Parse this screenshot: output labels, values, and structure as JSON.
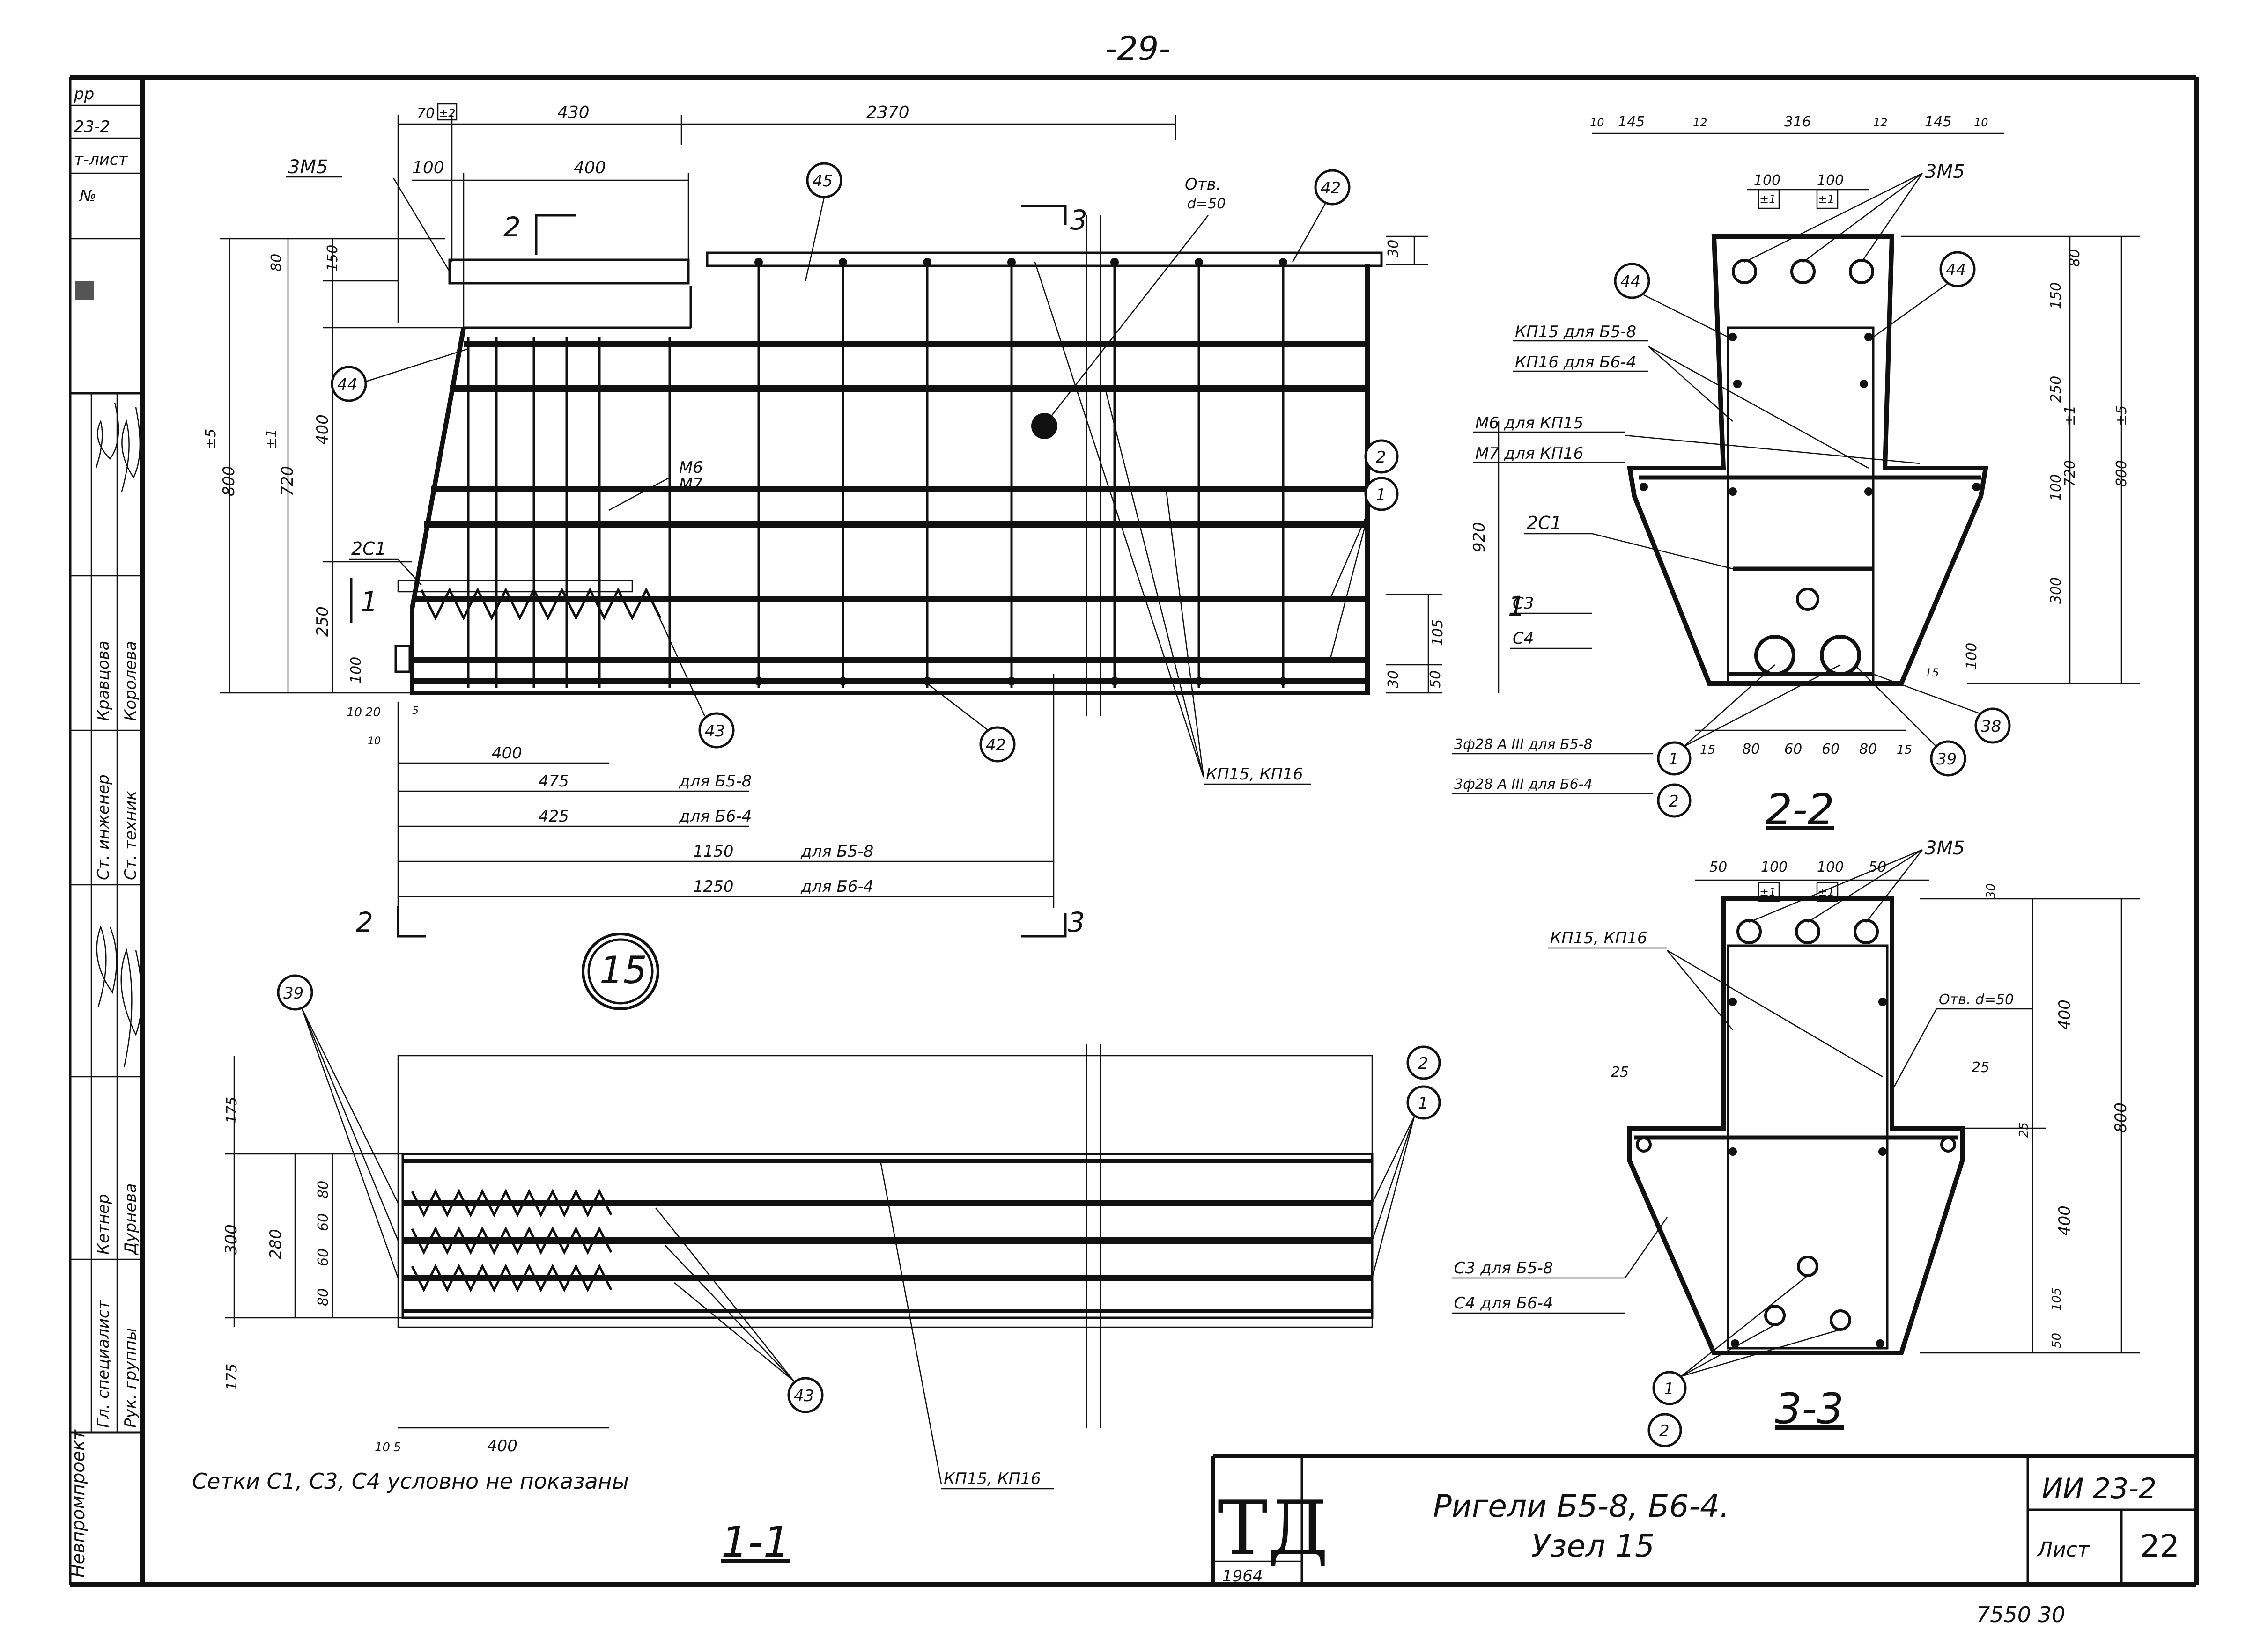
{
  "page_number": "-29-",
  "left_strip": {
    "top_texts": [
      "рр",
      "23-2",
      "т-лист",
      "№"
    ],
    "vertical_texts": [
      "Кравцова",
      "Королева",
      "Ст. инженер",
      "Ст. техник",
      "Кетнер",
      "Дурнева",
      "Гл. специалист",
      "Рук. группы",
      "Нeвпромпроект"
    ]
  },
  "view_main": {
    "callout_no": "15",
    "top_dims": [
      "70",
      "±2",
      "430",
      "2370",
      "100",
      "400"
    ],
    "left_dims": [
      "800",
      "±5",
      "720",
      "±1",
      "80",
      "150",
      "400",
      "250",
      "100",
      "10",
      "20",
      "5",
      "10"
    ],
    "right_dims": [
      "30",
      "920",
      "105",
      "30",
      "50"
    ],
    "labels": [
      "3М5",
      "Отв.",
      "d=50",
      "М6",
      "М7",
      "2С1"
    ],
    "bottom_dims": [
      {
        "value": "400",
        "note": ""
      },
      {
        "value": "475",
        "note": "для Б5-8"
      },
      {
        "value": "425",
        "note": "для Б6-4"
      },
      {
        "value": "1150",
        "note": "для Б5-8"
      },
      {
        "value": "1250",
        "note": "для Б6-4"
      }
    ],
    "bar_note": "КП15, КП16",
    "section_marks": [
      "2",
      "2",
      "3",
      "3",
      "1",
      "1"
    ],
    "callouts": [
      "45",
      "42",
      "44",
      "2",
      "1",
      "43",
      "42"
    ]
  },
  "view_1_1": {
    "title": "1-1",
    "dims": [
      "175",
      "300",
      "280",
      "80",
      "60",
      "60",
      "80",
      "175",
      "10",
      "5",
      "400"
    ],
    "callouts": [
      "39",
      "2",
      "1",
      "43"
    ],
    "bar_note": "КП15, КП16",
    "note": "Сетки С1, С3, С4 условно не показаны"
  },
  "view_2_2": {
    "title": "2-2",
    "top_dims": [
      "10",
      "145",
      "12",
      "316",
      "12",
      "145",
      "10",
      "100",
      "100",
      "±1",
      "±1"
    ],
    "labels": [
      "3М5",
      "КП15 для Б5-8",
      "КП16 для Б6-4",
      "М6 для КП15",
      "М7 для КП16",
      "2С1",
      "С3",
      "С4",
      "3ф28 А III для Б5-8",
      "3ф28 А III для Б6-4"
    ],
    "right_dims": [
      "80",
      "150",
      "250",
      "100",
      "300",
      "720",
      "±1",
      "800",
      "±5",
      "100",
      "15"
    ],
    "bottom_dims": [
      "15",
      "80",
      "60",
      "60",
      "80",
      "15"
    ],
    "callouts": [
      "44",
      "44",
      "1",
      "2",
      "38",
      "39"
    ]
  },
  "view_3_3": {
    "title": "3-3",
    "top_dims": [
      "50",
      "100",
      "100",
      "50",
      "±1",
      "±1"
    ],
    "labels": [
      "3М5",
      "КП15, КП16",
      "Отв. d=50",
      "С3 для Б5-8",
      "С4 для Б6-4"
    ],
    "dims": [
      "30",
      "25",
      "25",
      "400",
      "25",
      "400",
      "105",
      "800",
      "50"
    ],
    "callouts": [
      "1",
      "2"
    ]
  },
  "title_block": {
    "logo": "ТД",
    "year": "1964",
    "title_line1": "Ригели Б5-8, Б6-4.",
    "title_line2": "Узел 15",
    "code": "ИИ 23-2",
    "sheet_label": "Лист",
    "sheet_no": "22",
    "bottom_code": "7550  30"
  }
}
